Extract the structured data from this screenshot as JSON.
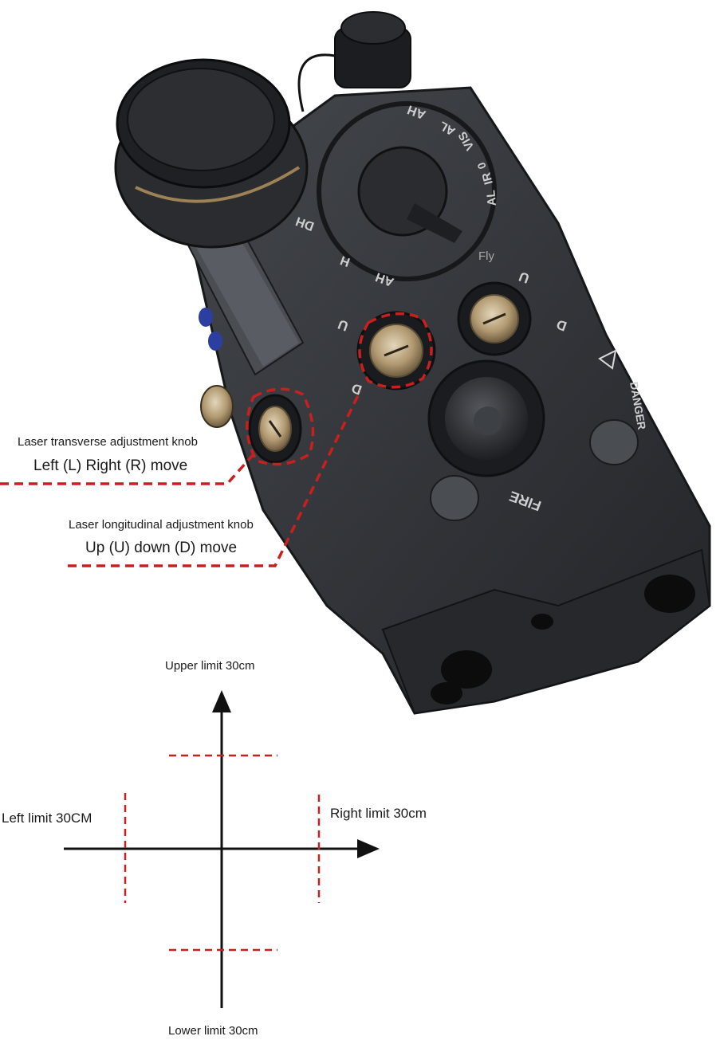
{
  "device": {
    "mode_labels": [
      "AH",
      "AL",
      "VIS",
      "0",
      "IR",
      "AL"
    ],
    "left_marks": [
      "DH",
      "H",
      "AH"
    ],
    "knob_marks": [
      "U",
      "D",
      "U",
      "D"
    ],
    "fly_mark": "Fly",
    "fire_label": "FIRE",
    "danger_label": "DANGER"
  },
  "callouts": {
    "transverse_title": "Laser transverse adjustment knob",
    "transverse_desc": "Left (L) Right (R) move",
    "longitudinal_title": "Laser longitudinal adjustment knob",
    "longitudinal_desc": "Up (U) down (D) move"
  },
  "limits": {
    "upper": "Upper limit 30cm",
    "lower": "Lower limit 30cm",
    "left": "Left limit 30CM",
    "right": "Right limit 30cm"
  },
  "colors": {
    "dash_red": "#c8201e",
    "body_dark": "#2b2d30",
    "body_mid": "#3a3c40",
    "brass": "#b29a72"
  }
}
